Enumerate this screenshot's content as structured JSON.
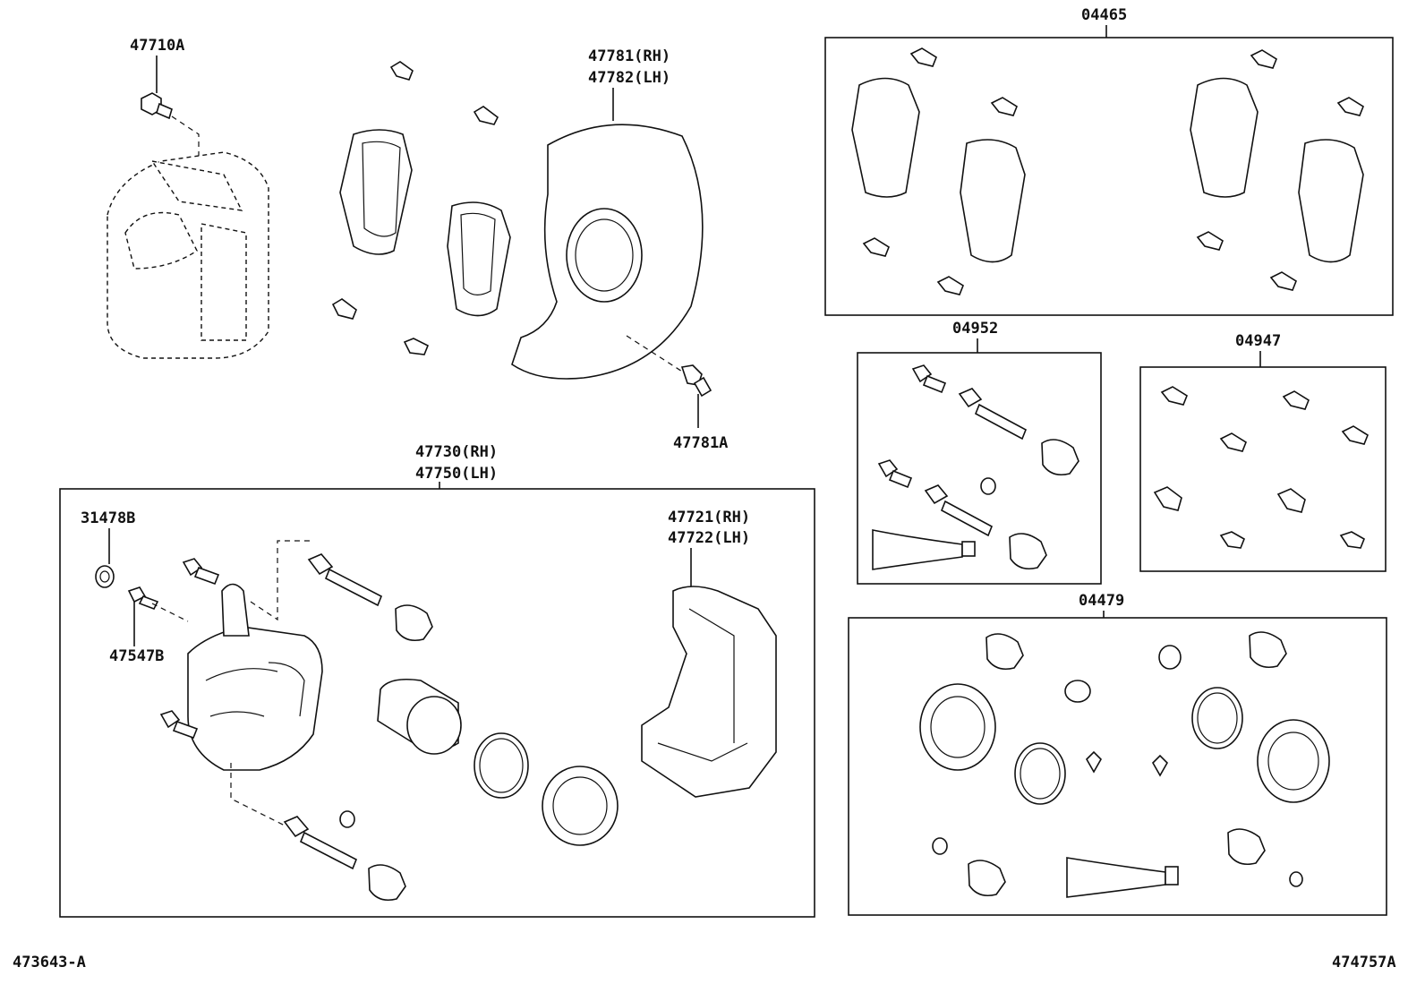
{
  "callouts": {
    "p47710A": "47710A",
    "p47781_rh": "47781(RH)",
    "p47782_lh": "47782(LH)",
    "p47781A": "47781A",
    "p47730_rh": "47730(RH)",
    "p47750_lh": "47750(LH)",
    "p31478B": "31478B",
    "p47547B": "47547B",
    "p47721_rh": "47721(RH)",
    "p47722_lh": "47722(LH)",
    "kit04465": "04465",
    "kit04952": "04952",
    "kit04947": "04947",
    "kit04479": "04479"
  },
  "footer": {
    "left_ref": "473643-A",
    "right_ref": "474757A"
  }
}
